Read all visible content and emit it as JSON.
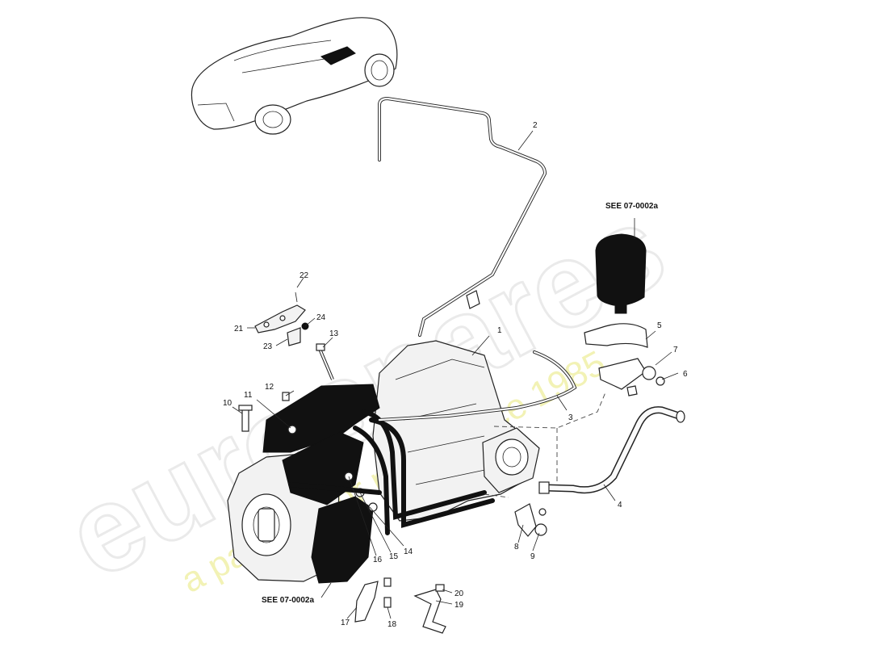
{
  "watermark": {
    "brand": "eurospares",
    "tagline": "a passion for parts since 1985"
  },
  "references": {
    "upper": "SEE 07-0002a",
    "lower": "SEE 07-0002a"
  },
  "callouts": {
    "c1": "1",
    "c2": "2",
    "c3": "3",
    "c4": "4",
    "c5": "5",
    "c6": "6",
    "c7": "7",
    "c8": "8",
    "c9": "9",
    "c10": "10",
    "c11": "11",
    "c12": "12",
    "c13": "13",
    "c14": "14",
    "c15": "15",
    "c16": "16",
    "c17": "17",
    "c18": "18",
    "c19": "19",
    "c20": "20",
    "c21": "21",
    "c22": "22",
    "c23": "23",
    "c24": "24"
  }
}
